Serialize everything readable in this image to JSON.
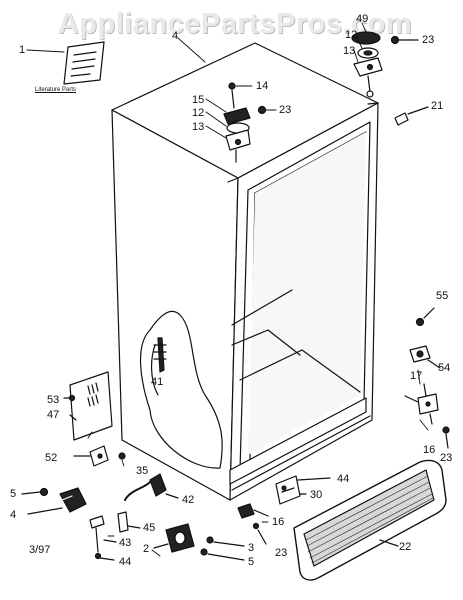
{
  "watermark": "AppliancePartsPros.com",
  "literature_label": "Literature Parts",
  "date_code": "3/97",
  "callouts": [
    "1",
    "4",
    "14",
    "15",
    "12",
    "13",
    "23",
    "49",
    "12",
    "13",
    "23",
    "21",
    "41",
    "55",
    "54",
    "17",
    "16",
    "23",
    "53",
    "47",
    "52",
    "35",
    "5",
    "4",
    "42",
    "45",
    "43",
    "44",
    "2",
    "3",
    "5",
    "44",
    "30",
    "16",
    "23",
    "22"
  ]
}
